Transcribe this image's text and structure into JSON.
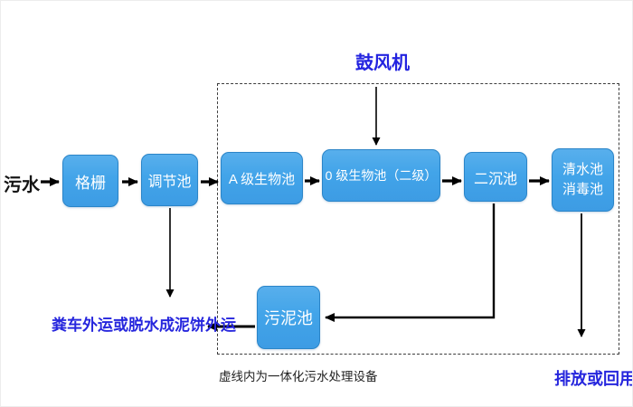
{
  "diagram": {
    "inflow_label": "污水",
    "blower_label": "鼓风机",
    "nodes": [
      {
        "id": "grille",
        "label": "格栅"
      },
      {
        "id": "regulating-tank",
        "label": "调节池"
      },
      {
        "id": "a-bio-tank",
        "label": "A 级生物池"
      },
      {
        "id": "o-bio-tank",
        "label": "0 级生物池（二级）"
      },
      {
        "id": "secondary-clarifier",
        "label": "二沉池"
      },
      {
        "id": "clear-water-disinfection-tank",
        "label_line1": "清水池",
        "label_line2": "消毒池"
      },
      {
        "id": "sludge-tank",
        "label": "污泥池"
      }
    ],
    "sludge_out_label": "粪车外运或脱水成泥饼外运",
    "discharge_label": "排放或回用",
    "dashed_box_note": "虚线内为一体化污水处理设备",
    "colors": {
      "node_fill": "#42a4e9",
      "node_border": "#2b85c8",
      "node_text": "#ffffff",
      "accent_blue_text": "#2323e0",
      "black_text": "#151515",
      "arrow": "#000000"
    }
  }
}
